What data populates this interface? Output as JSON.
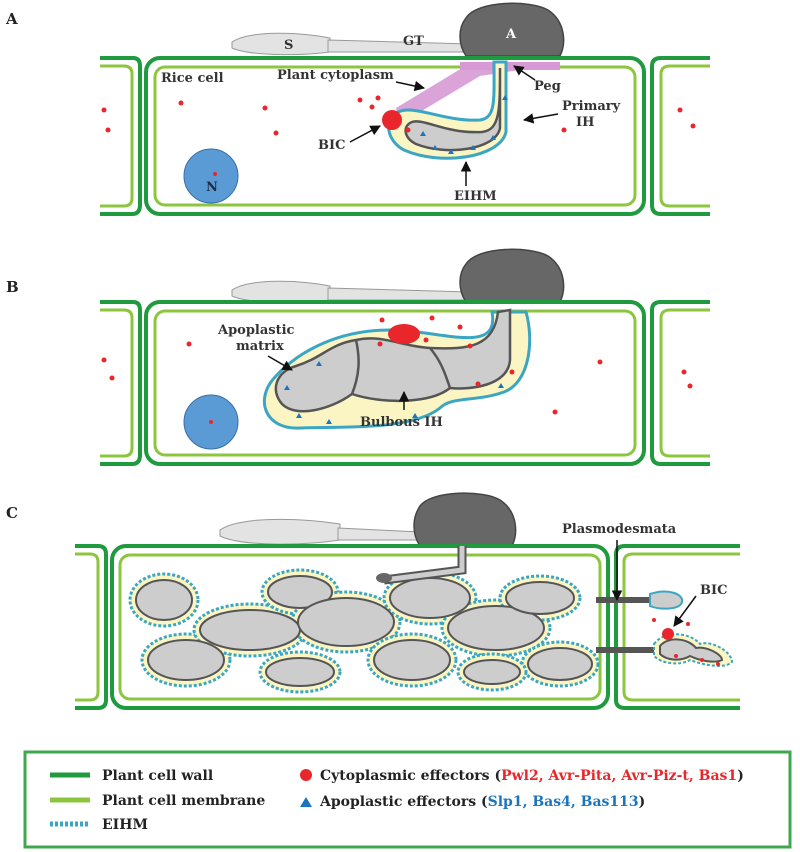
{
  "colors": {
    "cell_wall": "#1f9a3e",
    "cell_membrane": "#8cc63f",
    "eihm": "#3aa6c4",
    "hypha_fill": "#cdcdcd",
    "hypha_outline": "#555555",
    "appressorium": "#676767",
    "yellow_matrix": "#fbf5c3",
    "cytoplasmic_effector": "#e8262b",
    "apoplastic_effector": "#1b75bc",
    "nucleus": "#5b9bd5",
    "plant_cytoplasm": "#d79ad5"
  },
  "panels": {
    "a": {
      "letter": "A",
      "labels": {
        "s": "S",
        "gt": "GT",
        "a": "A",
        "rice_cell": "Rice cell",
        "plant_cytoplasm": "Plant cytoplasm",
        "peg": "Peg",
        "primary_ih_1": "Primary",
        "primary_ih_2": "IH",
        "bic": "BIC",
        "n": "N",
        "eihm": "EIHM"
      }
    },
    "b": {
      "letter": "B",
      "labels": {
        "apoplastic_1": "Apoplastic",
        "apoplastic_2": "matrix",
        "bulbous_ih": "Bulbous IH"
      }
    },
    "c": {
      "letter": "C",
      "labels": {
        "plasmodesmata": "Plasmodesmata",
        "bic": "BIC"
      }
    }
  },
  "legend": {
    "cell_wall": "Plant cell wall",
    "cell_membrane": "Plant cell membrane",
    "eihm": "EIHM",
    "cyto_prefix": "Cytoplasmic effectors (",
    "cyto_list": "Pwl2, Avr-Pita, Avr-Piz-t, Bas1",
    "apo_prefix": "Apoplastic effectors (",
    "apo_list": "Slp1, Bas4, Bas113",
    "suffix": ")"
  }
}
